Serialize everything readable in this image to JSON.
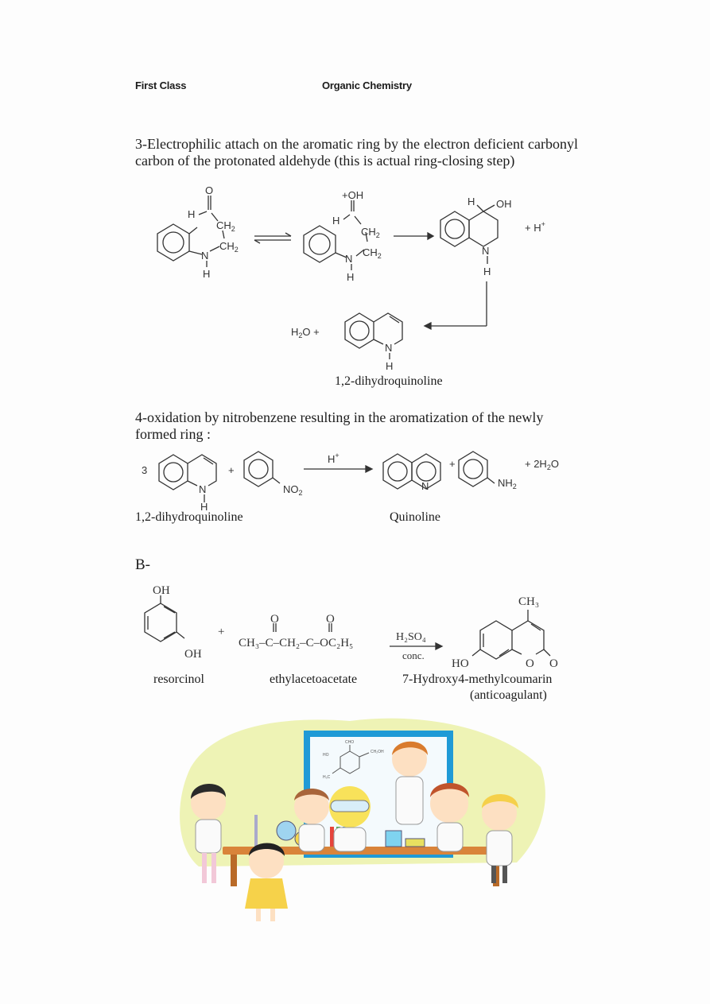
{
  "header": {
    "left": "First Class",
    "right": "Organic Chemistry"
  },
  "step3": {
    "text": "3-Electrophilic attach on the aromatic ring by the electron deficient carbonyl carbon of the protonated aldehyde (this is actual ring-closing step)",
    "labels": {
      "o": "O",
      "h": "H",
      "ch2": "CH",
      "sub2": "2",
      "n": "N",
      "oh_plus": "+OH",
      "oh": "OH",
      "h_plus": "+ H",
      "plus_sup": "+",
      "h2o": "H",
      "o_plus": "O +"
    },
    "product_name": "1,2-dihydroquinoline"
  },
  "step4": {
    "text": "4-oxidation by nitrobenzene resulting in the aromatization of the newly formed ring :",
    "coef": "3",
    "plus": "+",
    "no2": "NO",
    "catalyst": "H",
    "nh2": "NH",
    "water": "+ 2H",
    "water_o": "O",
    "reactant_name": "1,2-dihydroquinoline",
    "product_name": "Quinoline"
  },
  "sectionB": {
    "heading": "B-",
    "oh": "OH",
    "plus": "+",
    "formula": "CH₃–C–CH₂–C–OC₂H₅",
    "o": "O",
    "reagent": "H₂SO₄",
    "reagent_note": "conc.",
    "ch3": "CH₃",
    "ho": "HO",
    "ring_o": "O",
    "keto_o": "O",
    "name_resorcinol": "resorcinol",
    "name_eaa": "ethylacetoacetate",
    "name_product": "7-Hydroxy4-methylcoumarin",
    "name_product_note": "(anticoagulant)"
  },
  "illustration": {
    "board_labels": [
      "CHO",
      "HO",
      "CH₂OH",
      "H₃C"
    ]
  }
}
